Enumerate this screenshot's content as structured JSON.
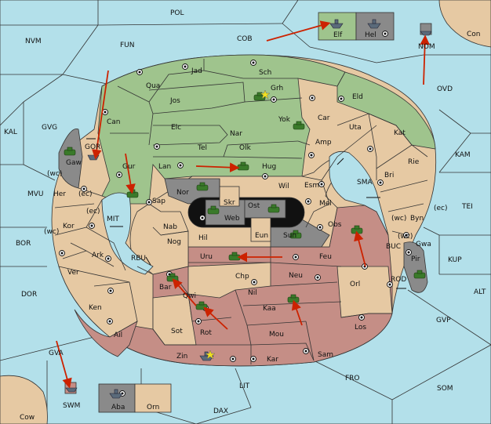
{
  "colors": {
    "sea": "#b3e0ea",
    "neutral": "#e6c9a3",
    "green": "#9fc48d",
    "red": "#c58e86",
    "grey": "#8a8a8a",
    "arrow": "#cc2200"
  },
  "labels": {
    "pol": "POL",
    "nvm": "NVM",
    "fun": "FUN",
    "cob": "COB",
    "elf": "Elf",
    "hel": "Hel",
    "nom": "NOM",
    "con": "Con",
    "ovd": "OVD",
    "kal": "KAL",
    "gvg": "GVG",
    "gor": "GOR",
    "gaw": "Gaw",
    "wc": "(wc)",
    "ec": "(ec)",
    "mvu": "MVU",
    "her": "Her",
    "kor": "Kor",
    "bor": "BOR",
    "mit": "MIT",
    "ark": "Ark",
    "rbu": "RBU",
    "ver": "Ver",
    "dor": "DOR",
    "ken": "Ken",
    "ail": "Ail",
    "gva": "GVA",
    "swm": "SWM",
    "cow": "Cow",
    "aba": "Aba",
    "orn": "Orn",
    "dax": "DAX",
    "lit": "LIT",
    "fro": "FRO",
    "som": "SOM",
    "gvp": "GVP",
    "alt": "ALT",
    "kup": "KUP",
    "tei": "TEI",
    "kam": "KAM",
    "sma": "SMA",
    "buc": "BUC",
    "rod": "ROD",
    "pir": "Pir",
    "gwa": "Gwa",
    "byn": "Byn",
    "bri": "Bri",
    "rie": "Rie",
    "kat": "Kat",
    "uta": "Uta",
    "eld": "Eld",
    "car": "Car",
    "amp": "Amp",
    "esm": "Esm",
    "mel": "Mel",
    "obs": "Obs",
    "orl": "Orl",
    "los": "Los",
    "sam": "Sam",
    "kar": "Kar",
    "zin": "Zin",
    "mou": "Mou",
    "kaa": "Kaa",
    "nil": "Nil",
    "neu": "Neu",
    "feu": "Feu",
    "chp": "Chp",
    "uru": "Uru",
    "sun": "Sun",
    "eun": "Eun",
    "rot": "Rot",
    "sot": "Sot",
    "qwi": "Qwi",
    "bar": "Bar",
    "nog": "Nog",
    "hil": "Hil",
    "nab": "Nab",
    "sap": "Sap",
    "nor": "Nor",
    "skr": "Skr",
    "web": "Web",
    "ost": "Ost",
    "wil": "Wil",
    "hug": "Hug",
    "lan": "Lan",
    "gur": "Gur",
    "can": "Can",
    "qua": "Qua",
    "jad": "Jad",
    "sch": "Sch",
    "grh": "Grh",
    "yok": "Yok",
    "nar": "Nar",
    "olk": "Olk",
    "tel": "Tel",
    "elc": "Elc",
    "jos": "Jos"
  }
}
